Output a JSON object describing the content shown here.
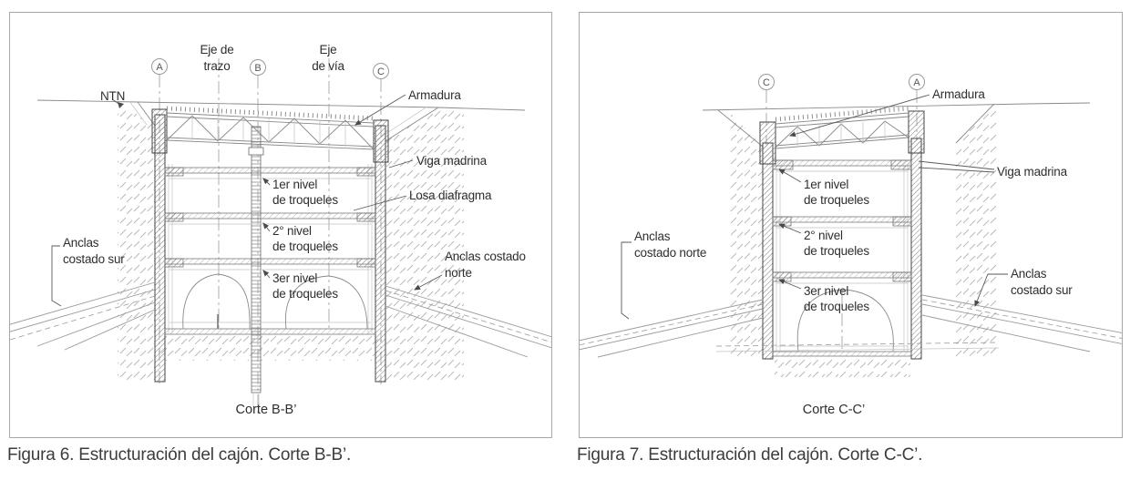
{
  "fig6": {
    "caption": "Figura 6. Estructuración del cajón. Corte B-B’.",
    "corte_label": "Corte B-B’",
    "grid_a": "A",
    "grid_b": "B",
    "grid_c": "C",
    "labels": {
      "eje_trazo_l1": "Eje de",
      "eje_trazo_l2": "trazo",
      "eje_via_l1": "Eje",
      "eje_via_l2": "de vía",
      "ntn": "NTN",
      "armadura": "Armadura",
      "viga_madrina": "Viga madrina",
      "losa_diafragma": "Losa diafragma",
      "nivel1_l1": "1er nivel",
      "nivel1_l2": "de troqueles",
      "nivel2_l1": "2° nivel",
      "nivel2_l2": "de troqueles",
      "nivel3_l1": "3er nivel",
      "nivel3_l2": "de troqueles",
      "anclas_izq_l1": "Anclas",
      "anclas_izq_l2": "costado sur",
      "anclas_der_l1": "Anclas costado",
      "anclas_der_l2": "norte"
    }
  },
  "fig7": {
    "caption": "Figura 7. Estructuración del cajón. Corte C-C’.",
    "corte_label": "Corte C-C’",
    "grid_c": "C",
    "grid_a": "A",
    "labels": {
      "armadura": "Armadura",
      "viga_madrina": "Viga madrina",
      "nivel1_l1": "1er nivel",
      "nivel1_l2": "de troqueles",
      "nivel2_l1": "2° nivel",
      "nivel2_l2": "de troqueles",
      "nivel3_l1": "3er nivel",
      "nivel3_l2": "de troqueles",
      "anclas_izq_l1": "Anclas",
      "anclas_izq_l2": "costado norte",
      "anclas_der_l1": "Anclas",
      "anclas_der_l2": "costado sur"
    }
  },
  "colors": {
    "line_main": "#8a8a8a",
    "line_dark": "#454545",
    "hatch": "#b6b6b6",
    "text": "#2e2e2e",
    "border": "#a6a6a6"
  }
}
